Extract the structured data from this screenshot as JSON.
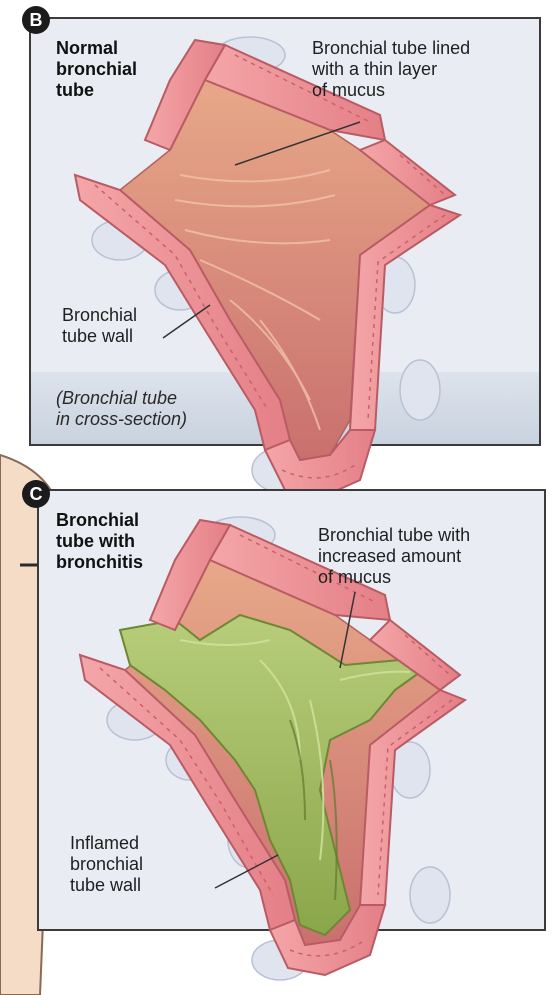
{
  "panel_b": {
    "letter": "B",
    "title": [
      "Normal",
      "bronchial",
      "tube"
    ],
    "callout_mucus": [
      "Bronchial tube lined",
      "with a thin layer",
      "of mucus"
    ],
    "callout_wall": [
      "Bronchial",
      "tube wall"
    ],
    "note": [
      "(Bronchial tube",
      "in cross-section)"
    ]
  },
  "panel_c": {
    "letter": "C",
    "title": [
      "Bronchial",
      "tube with",
      "bronchitis"
    ],
    "callout_mucus": [
      "Bronchial tube with",
      "increased amount",
      "of mucus"
    ],
    "callout_wall": [
      "Inflamed",
      "bronchial",
      "tube wall"
    ]
  },
  "colors": {
    "panel_bg": "#e9edf3",
    "panel_border": "#3b3b3b",
    "tissue": "#e98b8f",
    "tissue_light": "#f4b3b0",
    "lumen": "#d98c7f",
    "mucus": "#a9c06a",
    "mucus_dark": "#7e9a3e",
    "cartilage": "#dfe4ee"
  }
}
